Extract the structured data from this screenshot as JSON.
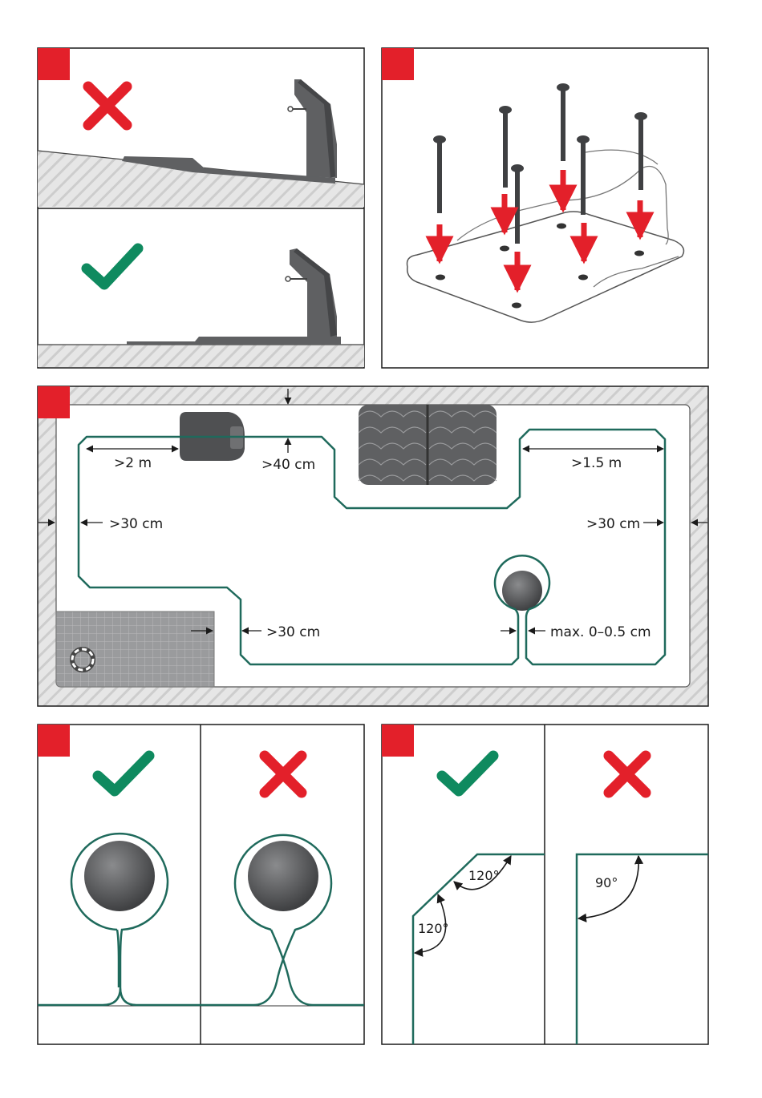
{
  "colors": {
    "accent_red": "#e3202a",
    "check_green": "#0f8a5f",
    "wire_green": "#1f6a5c",
    "station_gray": "#5f6062",
    "border": "#1a1a1a"
  },
  "icons": {
    "wrong": "cross-icon",
    "correct": "check-icon"
  },
  "layout_panel": {
    "dist_top": ">40 cm",
    "dist_station": ">2 m",
    "dist_patio_right": ">1.5 m",
    "dist_edge_left": ">30 cm",
    "dist_edge_right": ">30 cm",
    "dist_pool": ">30 cm",
    "dist_obstacle": "max. 0–0.5 cm"
  },
  "angles_panel": {
    "angle_a": "120°",
    "angle_b": "120°",
    "angle_c": "90°"
  }
}
